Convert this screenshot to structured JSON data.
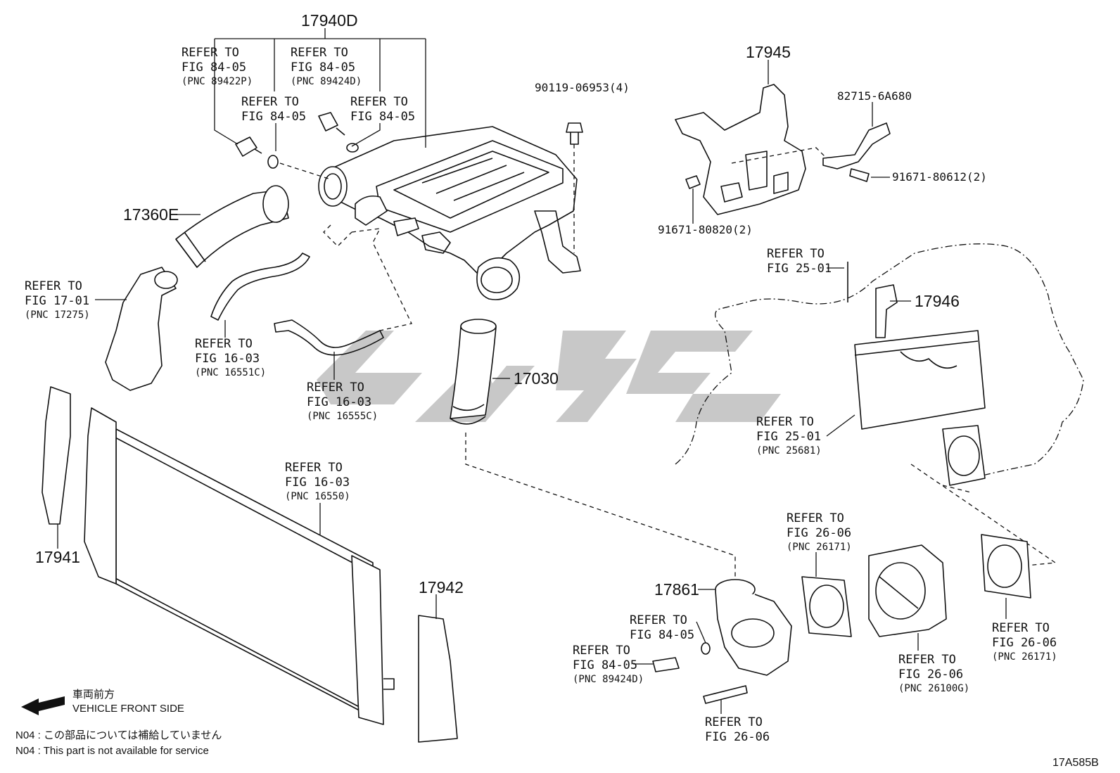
{
  "labels": {
    "p17940D": "17940D",
    "p17945": "17945",
    "p17946": "17946",
    "p17360E": "17360E",
    "p17030": "17030",
    "p17941": "17941",
    "p17942": "17942",
    "p17861": "17861",
    "b90119": "90119-06953(4)",
    "b82715": "82715-6A680",
    "b91671a": "91671-80612(2)",
    "b91671b": "91671-80820(2)",
    "diagram_code": "17A585B"
  },
  "refs": {
    "r1": {
      "l1": "REFER TO",
      "l2": "FIG 84-05",
      "l3": "(PNC 89422P)"
    },
    "r2": {
      "l1": "REFER TO",
      "l2": "FIG 84-05",
      "l3": "(PNC 89424D)"
    },
    "r3": {
      "l1": "REFER TO",
      "l2": "FIG 84-05"
    },
    "r4": {
      "l1": "REFER TO",
      "l2": "FIG 84-05"
    },
    "r5": {
      "l1": "REFER TO",
      "l2": "FIG 17-01",
      "l3": "(PNC 17275)"
    },
    "r6": {
      "l1": "REFER TO",
      "l2": "FIG 16-03",
      "l3": "(PNC 16551C)"
    },
    "r7": {
      "l1": "REFER TO",
      "l2": "FIG 16-03",
      "l3": "(PNC 16555C)"
    },
    "r8": {
      "l1": "REFER TO",
      "l2": "FIG 16-03",
      "l3": "(PNC 16550)"
    },
    "r9": {
      "l1": "REFER TO",
      "l2": "FIG 25-01"
    },
    "r10": {
      "l1": "REFER TO",
      "l2": "FIG 25-01",
      "l3": "(PNC 25681)"
    },
    "r11": {
      "l1": "REFER TO",
      "l2": "FIG 26-06",
      "l3": "(PNC 26171)"
    },
    "r12": {
      "l1": "REFER TO",
      "l2": "FIG 84-05"
    },
    "r13": {
      "l1": "REFER TO",
      "l2": "FIG 84-05",
      "l3": "(PNC 89424D)"
    },
    "r14": {
      "l1": "REFER TO",
      "l2": "FIG 26-06",
      "l3": "(PNC 26100G)"
    },
    "r15": {
      "l1": "REFER TO",
      "l2": "FIG 26-06",
      "l3": "(PNC 26171)"
    },
    "r16": {
      "l1": "REFER TO",
      "l2": "FIG 26-06"
    }
  },
  "legend": {
    "front_jp": "車両前方",
    "front_en": "VEHICLE FRONT SIDE",
    "note_jp": "N04 : この部品については補給していません",
    "note_en": "N04 : This part is not available for service"
  }
}
